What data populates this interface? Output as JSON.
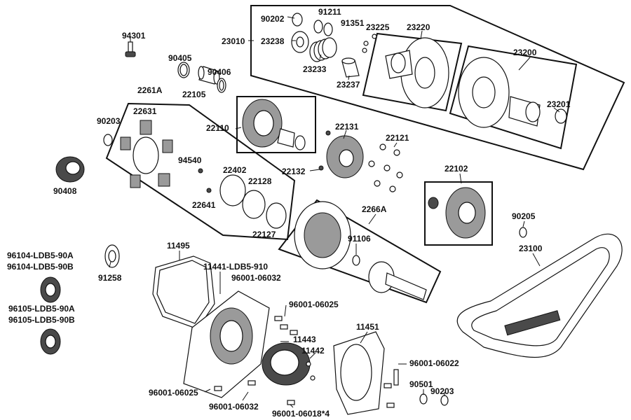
{
  "labels": {
    "p94301": "94301",
    "p90405": "90405",
    "p90406": "90406",
    "p22105": "22105",
    "p90202": "90202",
    "p91211": "91211",
    "p91351": "91351",
    "p23225": "23225",
    "p23220": "23220",
    "p23010": "23010",
    "p23238": "23238",
    "p23233": "23233",
    "p23237": "23237",
    "p23200": "23200",
    "p23201": "23201",
    "p2261A": "2261A",
    "p22631": "22631",
    "p90203a": "90203",
    "p22110": "22110",
    "p22131": "22131",
    "p22121": "22121",
    "p22132": "22132",
    "p94540": "94540",
    "p22402": "22402",
    "p22128": "22128",
    "p22641": "22641",
    "p22127": "22127",
    "p90408": "90408",
    "p22102": "22102",
    "p2266A": "2266A",
    "p91106": "91106",
    "p90205": "90205",
    "p23100": "23100",
    "p96104a": "96104-LDB5-90A",
    "p96104b": "96104-LDB5-90B",
    "p91258": "91258",
    "p11495": "11495",
    "p11441": "11441-LDB5-910",
    "p96001_06032a": "96001-06032",
    "p96001_06025a": "96001-06025",
    "p96105a": "96105-LDB5-90A",
    "p96105b": "96105-LDB5-90B",
    "p11451": "11451",
    "p11443": "11443",
    "p11442": "11442",
    "p96001_06022": "96001-06022",
    "p90501": "90501",
    "p90203b": "90203",
    "p96001_06025b": "96001-06025",
    "p96001_06032b": "96001-06032",
    "p96001_06018": "96001-06018*4"
  }
}
